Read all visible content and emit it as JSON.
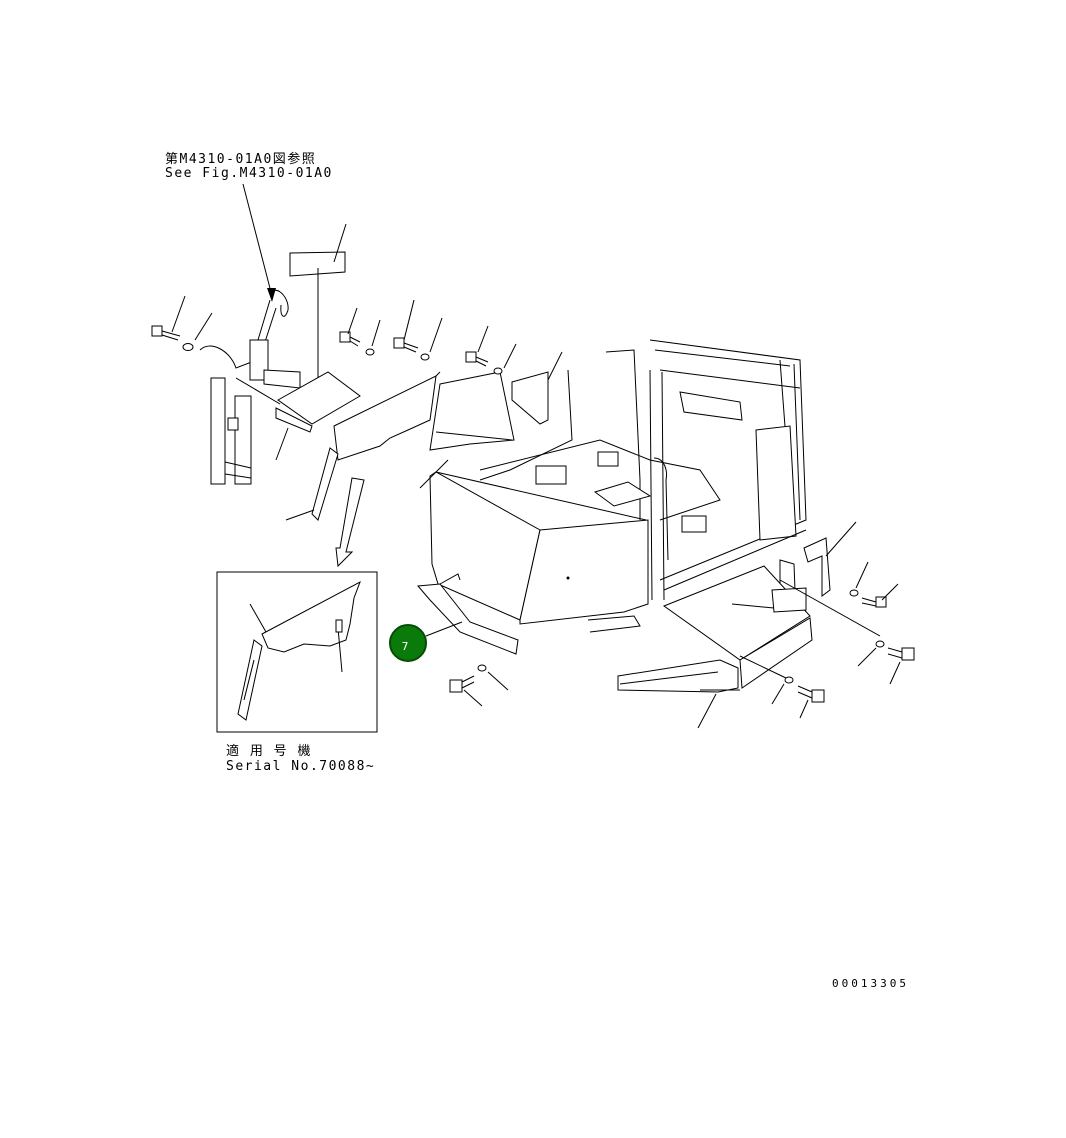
{
  "header": {
    "ref_jp": "第M4310-01A0図参照",
    "ref_en": "See Fig.M4310-01A0"
  },
  "inset": {
    "caption_jp": "適 用 号 機",
    "caption_en": "Serial No.70088~"
  },
  "marker": {
    "label": "7",
    "color": "#0a7a0a"
  },
  "footer": {
    "doc_number": "00013305"
  }
}
